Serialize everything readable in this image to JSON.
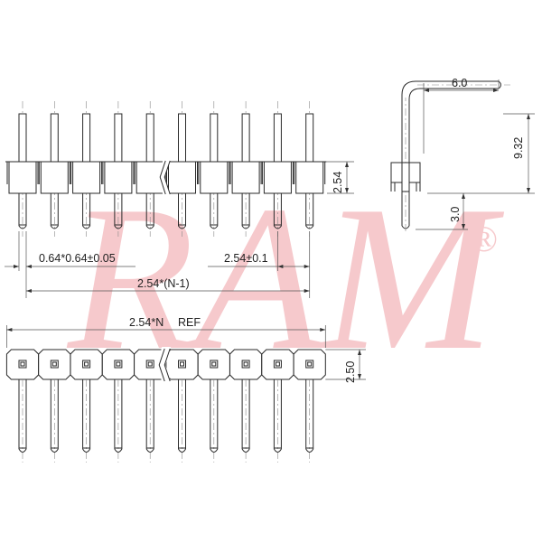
{
  "watermark": {
    "text": "RAM",
    "registered": "®",
    "color": "#f6c9cc"
  },
  "front_view": {
    "pin_count": 10,
    "dimensions": {
      "pin_size": "0.64*0.64±0.05",
      "pitch": "2.54±0.1",
      "overall_pitch": "2.54*(N-1)",
      "body_height": "2.54"
    }
  },
  "side_view": {
    "dimensions": {
      "bend_length": "6.0",
      "height": "9.32",
      "tail_length": "3.0"
    }
  },
  "top_view": {
    "pin_count": 10,
    "dimensions": {
      "overall_length": "2.54*N",
      "overall_length_note": "REF",
      "body_width": "2.50"
    }
  },
  "colors": {
    "line": "#2a2a2a",
    "text": "#222222",
    "background": "#ffffff"
  }
}
